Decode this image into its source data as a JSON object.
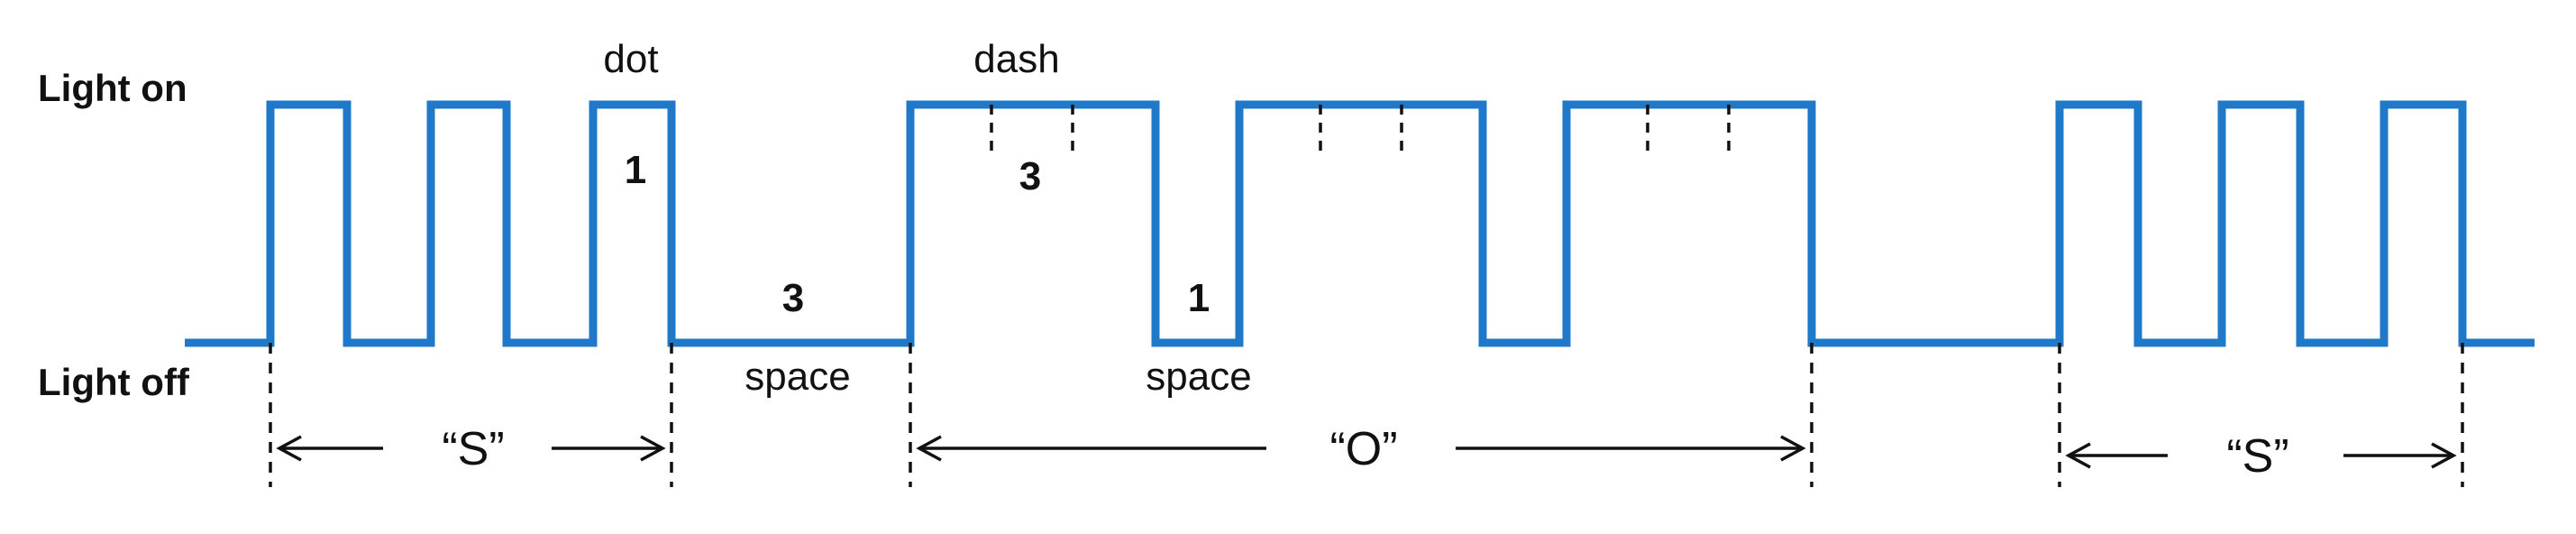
{
  "labels": {
    "light_on": "Light on",
    "light_off": "Light off",
    "dot": "dot",
    "dot_units": "1",
    "dash": "dash",
    "dash_units": "3",
    "letter_gap_units": "3",
    "letter_gap_word": "space",
    "element_gap_units": "1",
    "element_gap_word": "space"
  },
  "letters": [
    {
      "label": "“S”"
    },
    {
      "label": "“O”"
    },
    {
      "label": "“S”"
    }
  ],
  "colors": {
    "signal": "#1f78c8",
    "text": "#111111"
  }
}
